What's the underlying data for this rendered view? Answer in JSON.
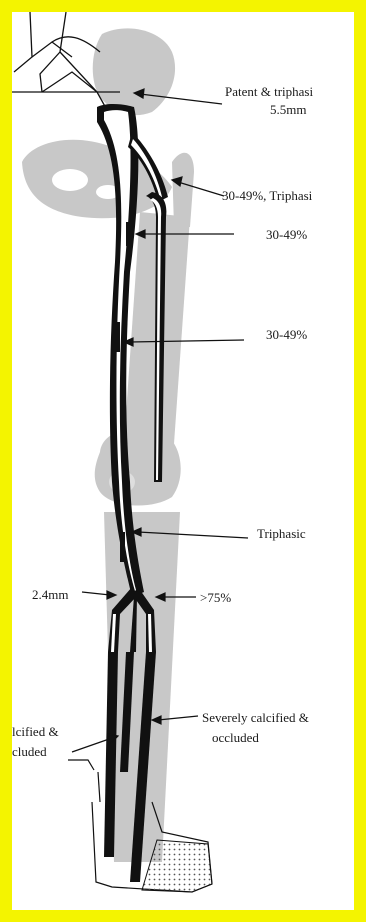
{
  "diagram": {
    "labels": {
      "patent_line1": "Patent & triphasi",
      "patent_line2": "5.5mm",
      "proximal_sfa": "30-49%, Triphasi",
      "mid_sfa_1": "30-49%",
      "mid_sfa_2": "30-49%",
      "popliteal": "Triphasic",
      "tibial_diameter": "2.4mm",
      "tibial_stenosis": ">75%",
      "calcified_left_line1": "lcified &",
      "calcified_left_line2": "cluded",
      "calcified_right_line1": "Severely calcified &",
      "calcified_right_line2": "occluded"
    },
    "colors": {
      "border": "#f4f400",
      "background": "#ffffff",
      "bone": "#c8c8c8",
      "vessel_outline": "#111111",
      "vessel_fill": "#ffffff"
    }
  }
}
